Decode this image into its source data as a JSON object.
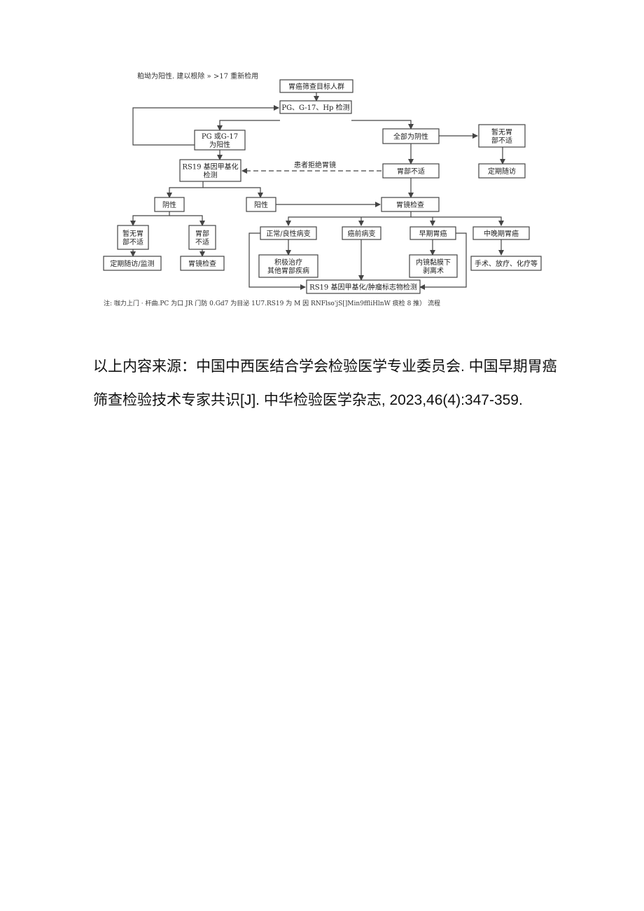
{
  "diagram": {
    "top_note": "粕坳为阳性. 建以根除 » >17 重新检用",
    "footnote": "注: 咖力上门 · 杆曲.PC 为口 JR 门防 0.Gd7 为目泌 1U7.RS19 为 M 因 RNFlso'jS[]Min9ffliHlnW 痰检 8 推） 流程",
    "nodes": {
      "target": [
        "胃癌筛查目标人群"
      ],
      "pg_test": [
        "PG、G-17、Hp 检测"
      ],
      "pg_positive": [
        "PG 或G-17",
        "为阳性"
      ],
      "all_negative": [
        "全部为阴性"
      ],
      "no_discomfort_right": [
        "暂无胃",
        "部不适"
      ],
      "followup_right": [
        "定期随访"
      ],
      "rs19_test": [
        "RS19 基因甲基化",
        "检测"
      ],
      "discomfort_mid": [
        "胃部不适"
      ],
      "negative": [
        "阴性"
      ],
      "positive": [
        "阳性"
      ],
      "gastroscopy": [
        "胃镜检查"
      ],
      "no_discomfort_left": [
        "暂无胃",
        "部不适"
      ],
      "discomfort_left": [
        "胃部",
        "不适"
      ],
      "normal_benign": [
        "正常/良性病变"
      ],
      "precancer": [
        "癌前病变"
      ],
      "early_cancer": [
        "早期胃癌"
      ],
      "advanced_cancer": [
        "中晚期胃癌"
      ],
      "followup_monitor": [
        "定期随访/监测"
      ],
      "gastroscopy_left": [
        "胃镜检查"
      ],
      "active_treatment": [
        "积极治疗",
        "其他胃部疾病"
      ],
      "esd": [
        "内镜黏膜下",
        "剥离术"
      ],
      "surgery": [
        "手术、放疗、化疗等"
      ],
      "rs19_tumor": [
        "RS19 基因甲基化/肿瘤标志物检测"
      ]
    },
    "edge_labels": {
      "refuse": "患者拒绝胃镜"
    }
  },
  "source": {
    "line1": "以上内容来源：中国中西医结合学会检验医学专业委员会. 中国早期胃癌",
    "line2": "筛查检验技术专家共识[J]. 中华检验医学杂志, 2023,46(4):347-359."
  }
}
